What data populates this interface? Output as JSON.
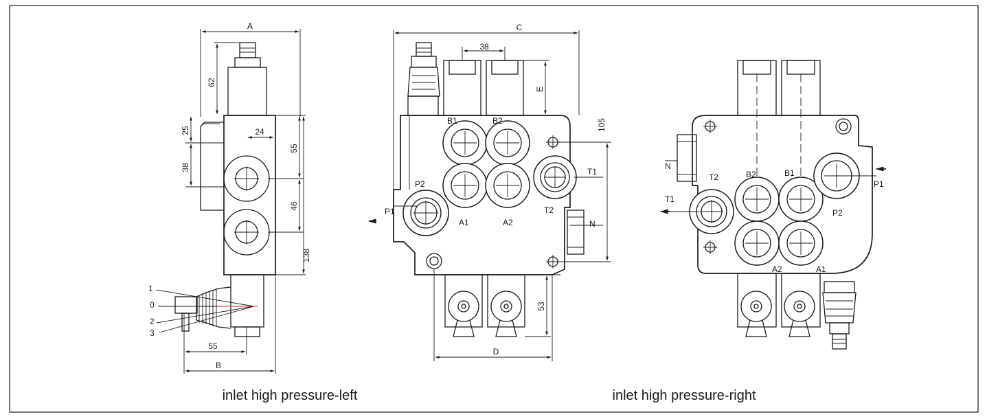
{
  "captions": {
    "left": "inlet high pressure-left",
    "right": "inlet high pressure-right"
  },
  "side_view": {
    "dims": {
      "A": "A",
      "B": "B",
      "d62": "62",
      "d25": "25",
      "d38": "38",
      "d24": "24",
      "d55": "55",
      "d46": "46",
      "d138": "138",
      "d55b": "55"
    },
    "lever_positions": [
      "1",
      "0",
      "2",
      "3"
    ]
  },
  "front_view": {
    "dims": {
      "C": "C",
      "D": "D",
      "E": "E",
      "d38": "38",
      "d105": "105",
      "d53": "53"
    },
    "ports": {
      "B1": "B1",
      "B2": "B2",
      "P2": "P2",
      "P1": "P1",
      "A1": "A1",
      "A2": "A2",
      "T1": "T1",
      "T2": "T2",
      "N": "N"
    }
  },
  "rear_view": {
    "ports": {
      "N": "N",
      "T2": "T2",
      "B2": "B2",
      "B1": "B1",
      "T1": "T1",
      "P1": "P1",
      "P2": "P2",
      "A2": "A2",
      "A1": "A1"
    }
  }
}
